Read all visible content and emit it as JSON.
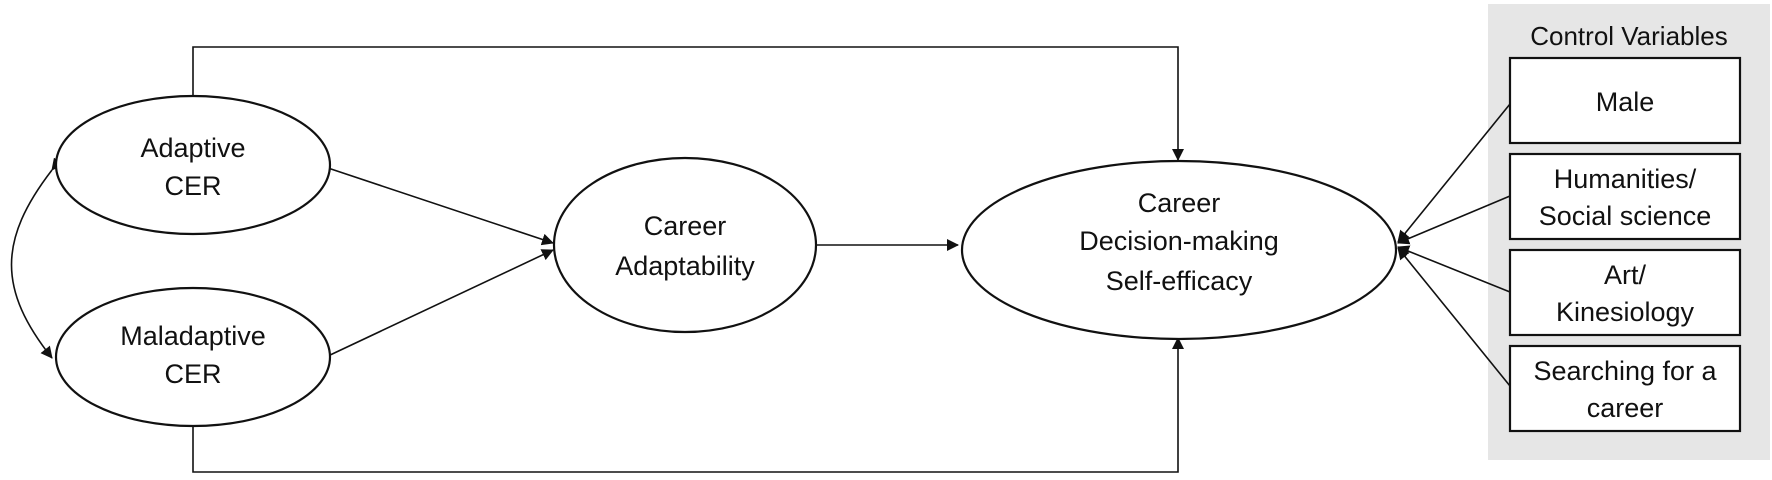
{
  "nodes": {
    "adaptive_cer": {
      "lines": [
        "Adaptive",
        "CER"
      ]
    },
    "maladaptive_cer": {
      "lines": [
        "Maladaptive",
        "CER"
      ]
    },
    "career_adaptability": {
      "lines": [
        "Career",
        "Adaptability"
      ]
    },
    "career_dmse": {
      "lines": [
        "Career",
        "Decision-making",
        "Self-efficacy"
      ]
    }
  },
  "control_panel": {
    "title": "Control Variables",
    "items": [
      {
        "lines": [
          "Male"
        ]
      },
      {
        "lines": [
          "Humanities/",
          "Social science"
        ]
      },
      {
        "lines": [
          "Art/",
          "Kinesiology"
        ]
      },
      {
        "lines": [
          "Searching for a",
          "career"
        ]
      }
    ]
  },
  "colors": {
    "panel_background": "#e6e6e6",
    "stroke": "#111111"
  }
}
